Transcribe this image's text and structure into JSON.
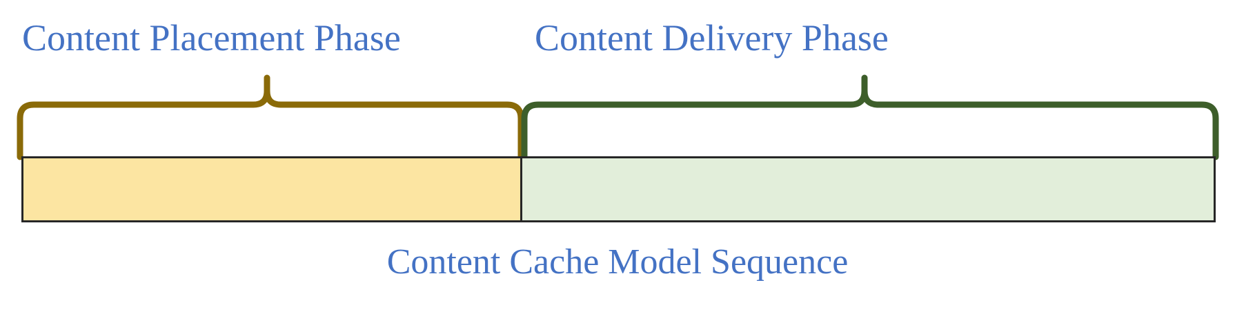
{
  "figure": {
    "caption": "Content Cache Model Sequence",
    "phases": [
      {
        "id": "placement",
        "label": "Content Placement Phase",
        "brace_color": "#8A6A08",
        "box_fill": "#FCE5A2",
        "span_fraction": 0.418
      },
      {
        "id": "delivery",
        "label": "Content Delivery Phase",
        "brace_color": "#3D5E2A",
        "box_fill": "#E2EEDA",
        "span_fraction": 0.582
      }
    ],
    "colors": {
      "text_blue": "#4472C4",
      "outline": "#262626",
      "background": "#FFFFFF",
      "placement_brace": "#8A6A08",
      "delivery_brace": "#3D5E2A",
      "placement_fill": "#FCE5A2",
      "delivery_fill": "#E2EEDA"
    }
  }
}
